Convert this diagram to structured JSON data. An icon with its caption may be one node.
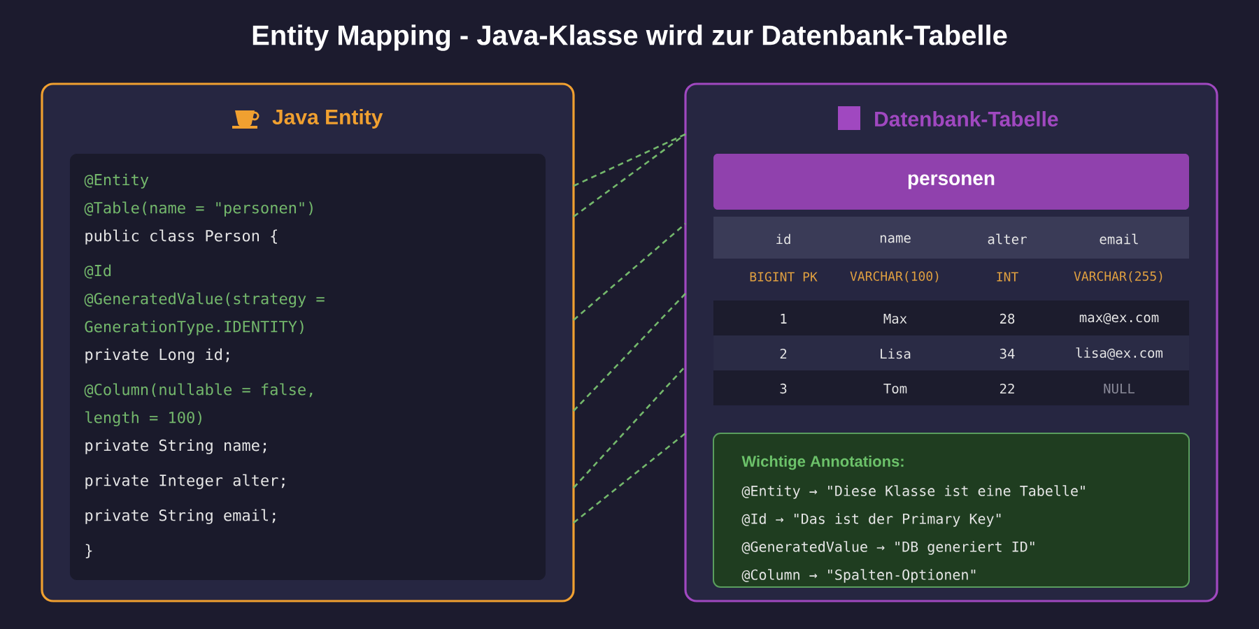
{
  "diagram": {
    "title": "Entity Mapping - Java-Klasse wird zur Datenbank-Tabelle",
    "nodes": [
      {
        "text": [
          "Java Entity"
        ]
      },
      {
        "text": [
          "@Entity",
          "@Table(name = \"personen\")",
          "public class Person {",
          "@Id",
          "@GeneratedValue(strategy = GenerationType.IDENTITY)",
          "private Long id;",
          "@Column(nullable = false, length = 100)",
          "private String name;",
          "private Integer alter;",
          "private String email;",
          "}"
        ],
        "in": 0
      },
      {
        "text": [
          "Datenbank-Tabelle"
        ]
      },
      {
        "text": [
          "personen"
        ],
        "in": 2
      },
      {
        "text": [
          "Wichtige Annotations:",
          "@Entity → \"Diese Klasse ist eine Tabelle\"",
          "@Id → \"Das ist der Primary Key\"",
          "@GeneratedValue → \"DB generiert ID\"",
          "@Column → \"Spalten-Optionen\""
        ],
        "in": 2
      }
    ],
    "edges": [
      {
        "from": 0,
        "to": 2,
        "arrow": "none",
        "style": "dashed"
      },
      {
        "from": 0,
        "to": 2,
        "arrow": "none",
        "style": "dashed"
      },
      {
        "from": 0,
        "to": 2,
        "arrow": "none",
        "style": "dashed"
      },
      {
        "from": 0,
        "to": 2,
        "arrow": "none",
        "style": "dashed"
      },
      {
        "from": 0,
        "to": 2,
        "arrow": "none",
        "style": "dashed"
      },
      {
        "from": 0,
        "to": 2,
        "arrow": "none",
        "style": "dashed"
      }
    ],
    "labels": [
      "id",
      "name",
      "alter",
      "email",
      "BIGINT PK",
      "VARCHAR(100)",
      "INT",
      "VARCHAR(255)",
      "1",
      "Max",
      "28",
      "max@ex.com",
      "2",
      "Lisa",
      "34",
      "lisa@ex.com",
      "3",
      "Tom",
      "22",
      "NULL"
    ]
  }
}
